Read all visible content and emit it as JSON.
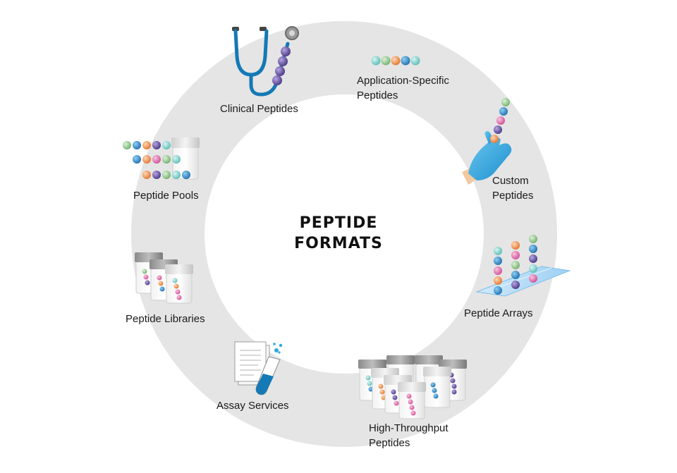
{
  "center": {
    "line1": "PEPTIDE",
    "line2": "FORMATS"
  },
  "items": {
    "clinical": {
      "label": "Clinical Peptides",
      "icon": "stethoscope-icon"
    },
    "application": {
      "line1": "Application-Specific",
      "line2": "Peptides",
      "icon": "bead-chain-icon"
    },
    "custom": {
      "line1": "Custom",
      "line2": "Peptides",
      "icon": "gloved-hand-icon"
    },
    "arrays": {
      "label": "Peptide Arrays",
      "icon": "array-slide-icon"
    },
    "high_throughput": {
      "line1": "High-Throughput",
      "line2": "Peptides",
      "icon": "vial-cluster-icon"
    },
    "assay": {
      "label": "Assay Services",
      "icon": "document-test-tube-icon"
    },
    "libraries": {
      "label": "Peptide Libraries",
      "icon": "vials-icon"
    },
    "pools": {
      "label": "Peptide Pools",
      "icon": "peptide-pool-icon"
    }
  },
  "colors": {
    "ring": "#e5e5e5",
    "teal": "#7fd3cf",
    "green": "#9bd09a",
    "blue": "#2e86c8",
    "orange": "#f39a5a",
    "purple": "#6b55a3",
    "pink": "#e777b4",
    "stethoscope": "#1479b5",
    "glove": "#2fa8df"
  }
}
